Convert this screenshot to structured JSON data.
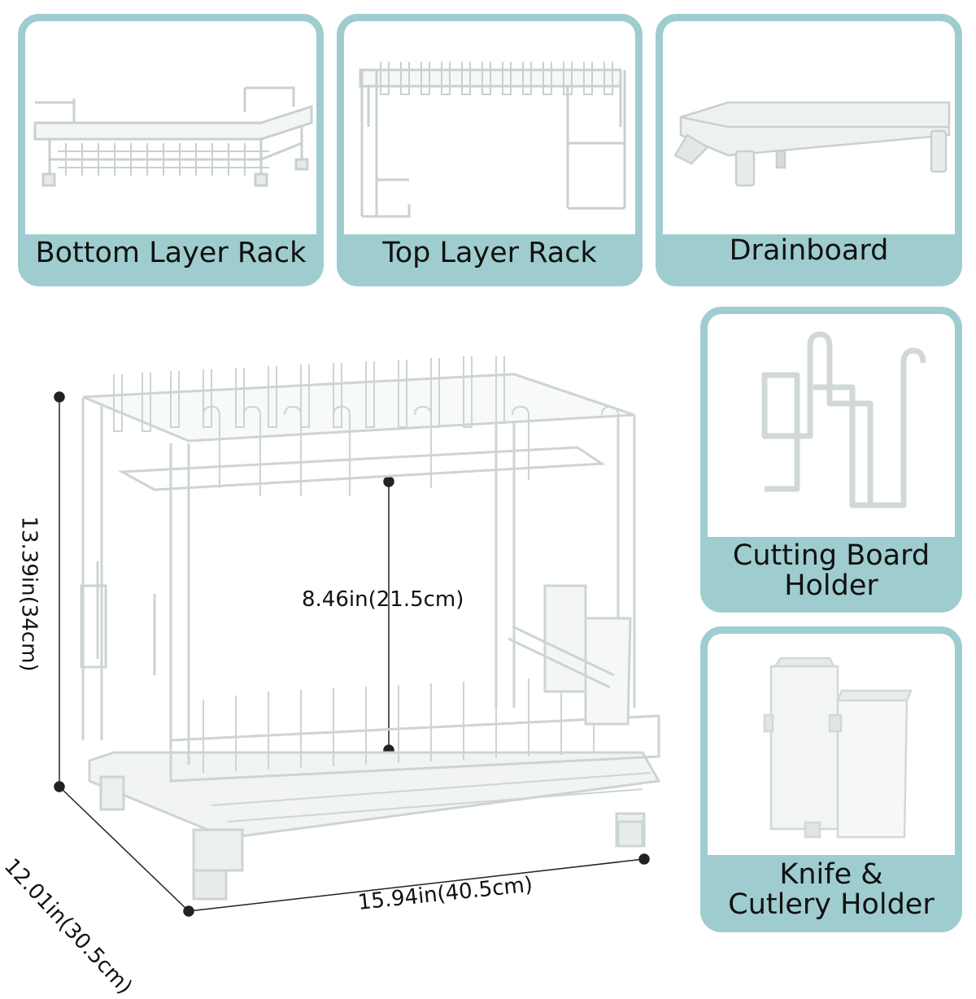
{
  "parts": {
    "bottom_rack": {
      "label": "Bottom Layer Rack",
      "icon": "bottom-rack-icon"
    },
    "top_rack": {
      "label": "Top Layer Rack",
      "icon": "top-rack-icon"
    },
    "drainboard": {
      "label": "Drainboard",
      "icon": "drainboard-icon"
    },
    "cutting_board_holder": {
      "label": "Cutting Board Holder",
      "icon": "hook-holder-icon"
    },
    "knife_holder": {
      "label": "Knife & Cutlery Holder",
      "icon": "utensil-cup-icon"
    }
  },
  "dimensions": {
    "height": "13.39in(34cm)",
    "depth": "12.01in(30.5cm)",
    "width": "15.94in(40.5cm)",
    "tier_gap": "8.46in(21.5cm)"
  },
  "colors": {
    "card_border": "#9fcdcf",
    "line": "#cfd6d6"
  }
}
